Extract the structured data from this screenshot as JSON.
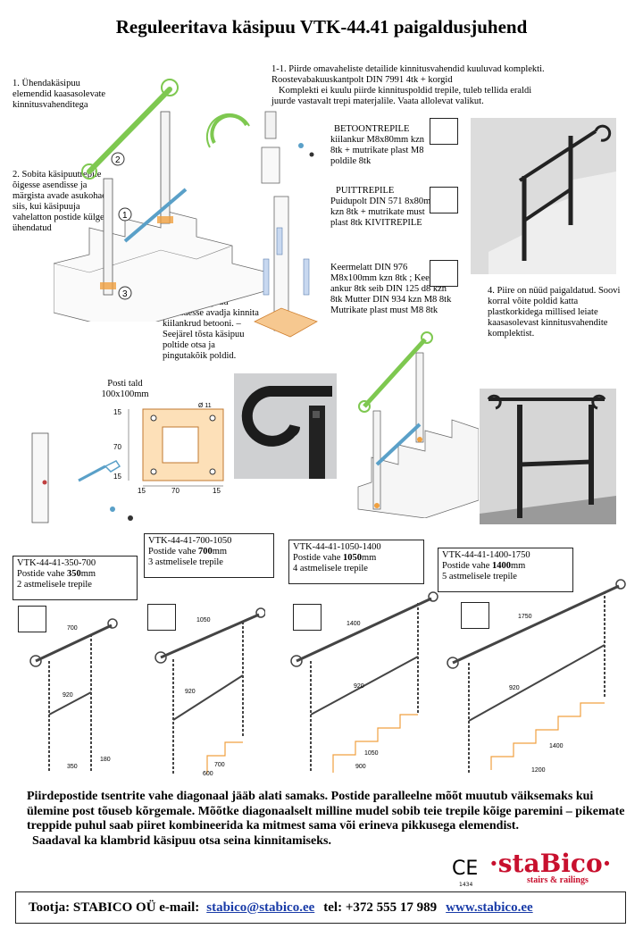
{
  "title": "Reguleeritava käsipuu VTK-44.41 paigaldusjuhend",
  "step1": "1. Ühendakäsipuu elemendid kaasasolevate kinnitusvahenditega",
  "step2": "2. Sobita käsipuutrepile õigesse asendisse ja märgista avade asukohad siis, kui käsipuuja vahelatton postide külge ühendatud",
  "step3": "3. Puuri märgitud kohtadesse avadja kinnita kiilankrud betooni. – Seejärel tõsta käsipuu poltide otsa ja pingutakõik poldid.",
  "step4": "4. Piire on nüüd paigaldatud. Soovi korral võite poldid katta plastkorkidega millised leiate kaasasolevast kinnitusvahendite komplektist.",
  "intro": {
    "line1": "1-1. Piirde omavaheliste detailide kinnitusvahendid kuuluvad komplekti.",
    "line2": "Roostevabakuuskantpolt DIN 7991 4tk + korgid",
    "line3": "Komplekti ei kuulu piirde kinnituspoldid trepile, tuleb tellida eraldi",
    "line4": "juurde vastavalt trepi materjalile. Vaata allolevat valikut."
  },
  "options": [
    {
      "head": "BETOONTREPILE",
      "text": "kiilankur M8x80mm kzn 8tk + mutrikate plast M8 poldile 8tk"
    },
    {
      "head": "PUITTREPILE",
      "text": "Puidupolt DIN 571 8x80mm kzn 8tk + mutrikate must plast 8tk KIVITREPILE"
    },
    {
      "head": "",
      "text": "Keermelatt DIN 976 M8x100mm kzn 8tk ; Keemiline ankur 8tk seib DIN 125 d8 kzn 8tk Mutter DIN 934 kzn M8 8tk Mutrikate plast must M8 8tk"
    }
  ],
  "base_plate": {
    "label1": "Posti tald",
    "label2": "100x100mm",
    "dims": [
      "15",
      "70",
      "15",
      "15",
      "70",
      "15",
      "Ø 11"
    ]
  },
  "callouts": [
    "1",
    "2",
    "3"
  ],
  "models": [
    {
      "code": "VTK-44-41-350-700",
      "dist_label": "Postide vahe ",
      "dist": "350",
      "unit": "mm",
      "steps": "2 astmelisele trepile",
      "dims": [
        "700",
        "920",
        "350",
        "180"
      ]
    },
    {
      "code": "VTK-44-41-700-1050",
      "dist_label": "Postide vahe ",
      "dist": "700",
      "unit": "mm",
      "steps": "3 astmelisele trepile",
      "dims": [
        "1050",
        "920",
        "700",
        "600"
      ]
    },
    {
      "code": "VTK-44-41-1050-1400",
      "dist_label": "Postide vahe ",
      "dist": "1050",
      "unit": "mm",
      "steps": "4 astmelisele trepile",
      "dims": [
        "1400",
        "920",
        "1050",
        "900"
      ]
    },
    {
      "code": "VTK-44-41-1400-1750",
      "dist_label": "Postide vahe ",
      "dist": "1400",
      "unit": "mm",
      "steps": "5 astmelisele trepile",
      "dims": [
        "1750",
        "920",
        "1400",
        "1200"
      ]
    }
  ],
  "bottom_text": "Piirdepostide tsentrite vahe diagonaal jääb alati samaks. Postide paralleelne mõõt muutub väiksemaks kui ülemine post tõuseb kõrgemale. Mõõtke diagonaalselt milline mudel sobib teie trepile kõige paremini – pikemate treppide puhul saab piiret kombineerida ka mitmest sama või erineva pikkusega elemendist.",
  "bottom_text2": "Saadaval ka klambrid käsipuu otsa seina kinnitamiseks.",
  "footer": {
    "label": "Tootja: STABICO OÜ e-mail:",
    "email": "stabico@stabico.ee",
    "tel": "tel: +372 555 17 989",
    "web": "www.stabico.ee"
  },
  "logo": {
    "name": "·staBico·",
    "sub": "stairs & railings",
    "ce": "CE",
    "ce_num": "1434"
  },
  "colors": {
    "green": "#7ec850",
    "blue": "#5aa0c8",
    "orange": "#f0a040",
    "brand_red": "#c8102e",
    "link": "#1a3ca8"
  }
}
